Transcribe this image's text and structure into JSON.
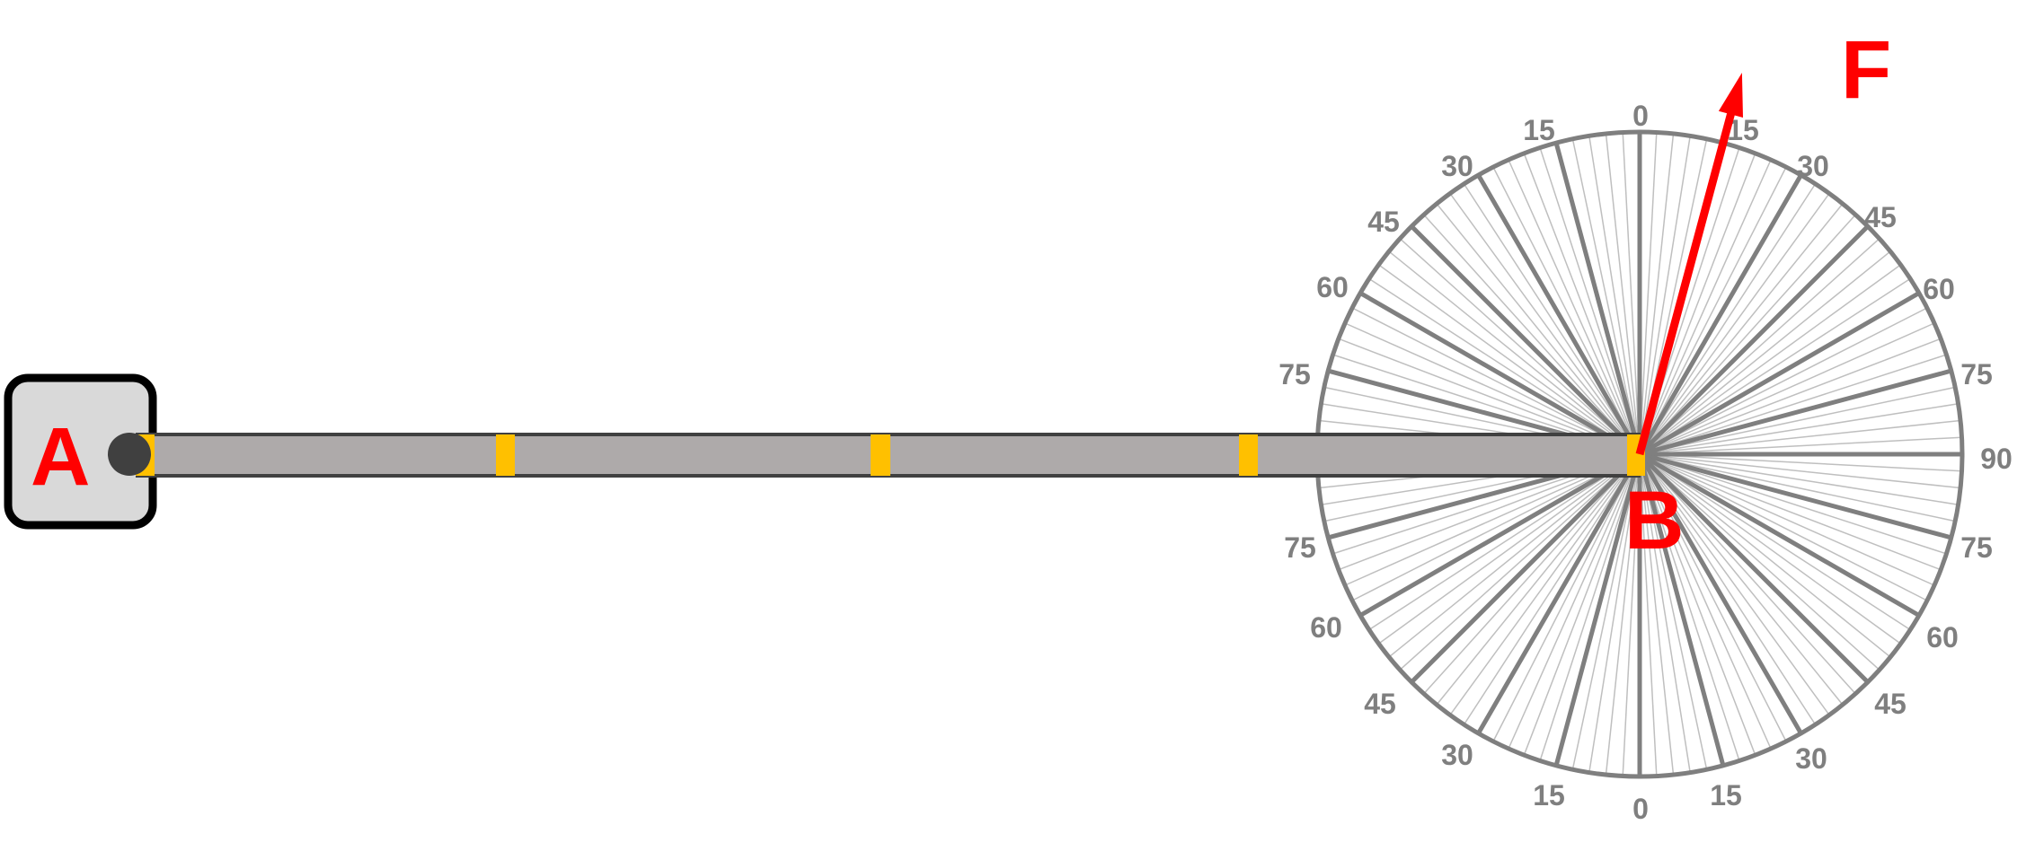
{
  "labels": {
    "point_a": "A",
    "point_b": "B",
    "force": "F"
  },
  "protractor": {
    "top_labels": [
      "0",
      "15",
      "30",
      "45",
      "60",
      "75"
    ],
    "bottom_labels": [
      "0",
      "15",
      "30",
      "45",
      "60",
      "75"
    ],
    "right_label": "90",
    "major_step_deg": 15,
    "minor_step_deg": 3
  },
  "force": {
    "angle_from_vertical_deg": 15
  },
  "colors": {
    "label_red": "#ff0000",
    "force_arrow": "#ff0000",
    "protractor_gray": "#7f7f7f",
    "minor_tick": "#bfbfbf",
    "beam_fill": "#aeaaaa",
    "beam_outline": "#404040",
    "marker": "#ffc000",
    "support_fill": "#d9d9d9",
    "support_outline": "#000000",
    "pin": "#404040"
  }
}
